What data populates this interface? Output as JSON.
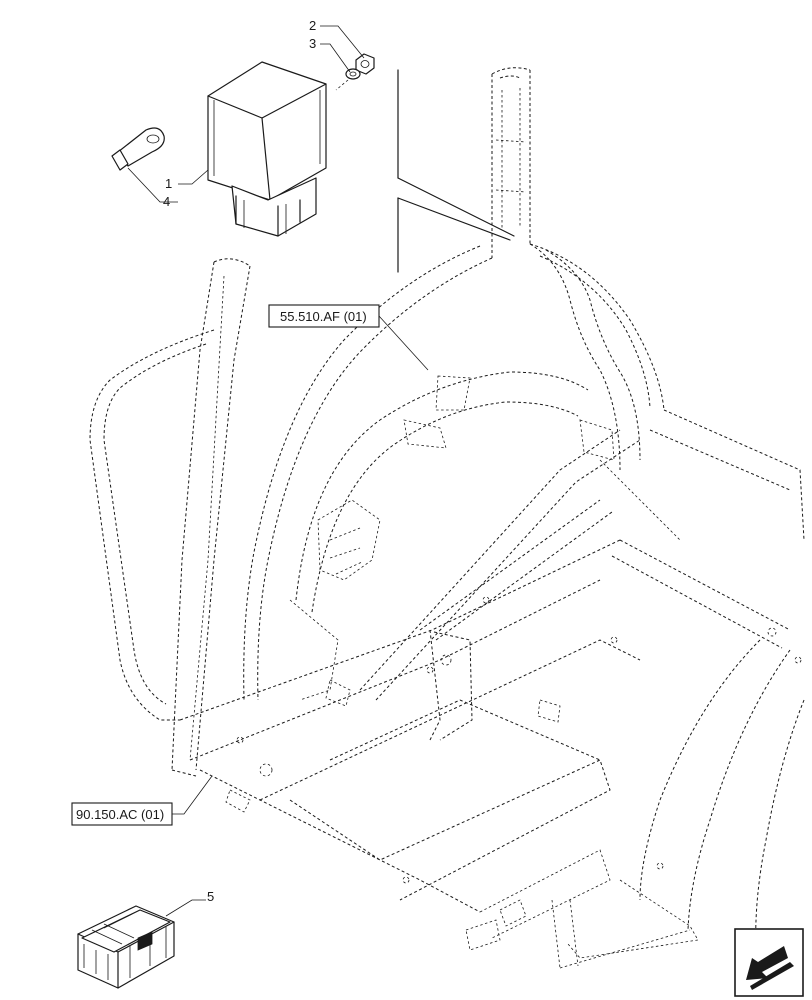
{
  "callouts": {
    "c1": "1",
    "c2": "2",
    "c3": "3",
    "c4": "4",
    "c5": "5"
  },
  "references": {
    "cab_harness": "55.510.AF (01)",
    "platform": "90.150.AC (01)"
  },
  "icons": {
    "nav": "arrow-back-icon"
  }
}
